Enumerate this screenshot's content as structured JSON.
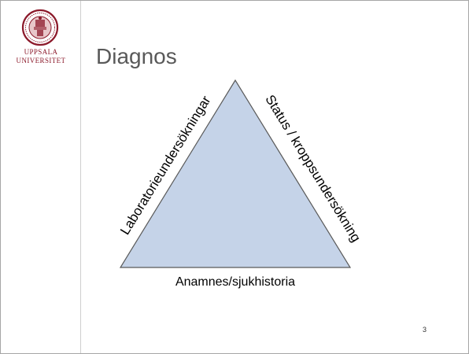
{
  "slide": {
    "title": "Diagnos",
    "page_number": "3"
  },
  "logo": {
    "line1": "UPPSALA",
    "line2": "UNIVERSITET",
    "color": "#8c1a2b"
  },
  "diagram": {
    "shape": "triangle",
    "fill_color": "#c5d3e8",
    "stroke_color": "#595959",
    "left_side_label": "Laboratorieundersökningar",
    "right_side_label": "Status / kroppsundersökning",
    "base_label": "Anamnes/sjukhistoria"
  }
}
